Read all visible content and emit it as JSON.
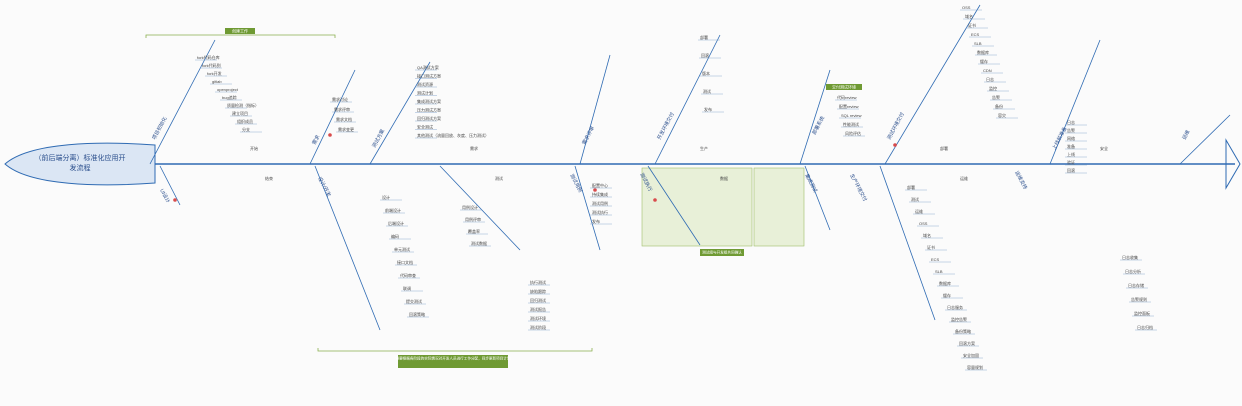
{
  "head": {
    "title_line1": "（前后端分离）标准化应用开",
    "title_line2": "发流程"
  },
  "colors": {
    "spine": "#2f6bb3",
    "head_fill": "#dbe6f4",
    "category": "#2f6bb3",
    "note_green": "#6f9a33",
    "highlight": "#e8f0d8",
    "accent_red": "#d94b4b"
  },
  "top_categories": [
    {
      "label": "项目初始化"
    },
    {
      "label": "需求"
    },
    {
      "label": "测试方案"
    },
    {
      "label": "需求评审"
    },
    {
      "label": "开发环境交付"
    },
    {
      "label": "部署系统"
    },
    {
      "label": "测试环境交付"
    },
    {
      "label": "上线前准备"
    },
    {
      "label": "运维"
    }
  ],
  "bottom_categories": [
    {
      "label": "UI设计"
    },
    {
      "label": "设计/开发"
    },
    {
      "label": "测试用例"
    },
    {
      "label": "测试执行"
    },
    {
      "label": "集成测试"
    },
    {
      "label": "生产环境交付"
    },
    {
      "label": "运维支持"
    }
  ],
  "top_notes": [
    {
      "text": "创建工作"
    },
    {
      "text": "交付测试环境"
    }
  ],
  "bottom_notes": [
    {
      "text": "测试组与开发组共同确认"
    },
    {
      "text": "需要根据各阶段的实际情况对开发人员进行工作分配，同步更新项目计划"
    }
  ],
  "left_tree": [
    "fork代码仓库",
    "fork代码到",
    "fork开发",
    "gitlab",
    "openproject",
    "bug追踪",
    "质量检测（指标）",
    "建立项目",
    "组织成员",
    "分支"
  ],
  "requirements_tree": [
    "需求讨论",
    "需求评审",
    "需求文档",
    "需求变更"
  ],
  "test_plan_tree": [
    "QA测试方案",
    "接口测试方案",
    "测试资源",
    "测试计划",
    "集成测试方案",
    "压力测试方案",
    "回归测试方案",
    "安全测试",
    "其他测试（流量回放、灰度、压力测试）"
  ],
  "dev_tree": [
    "设计",
    "前端设计",
    "后端设计",
    "编码",
    "单元测试",
    "接口文档",
    "代码审查",
    "联调",
    "提交测试",
    "回滚策略"
  ],
  "testcase_tree": [
    "用例设计",
    "用例评审",
    "覆盖率",
    "测试数据"
  ],
  "exec_tree": [
    "执行测试",
    "缺陷跟踪",
    "回归测试",
    "测试报告",
    "测试环境",
    "测试阶段"
  ],
  "center_tree": [
    "配置中心",
    "持续集成",
    "测试用例",
    "测试执行",
    "发布"
  ],
  "deploy_tree": [
    "部署",
    "回滚",
    "版本",
    "测试",
    "发布"
  ],
  "review_tree": [
    "代码review",
    "配置review",
    "SQL review",
    "性能测试",
    "风险评估"
  ],
  "ops_top_tree": [
    "OSS",
    "域名",
    "证书",
    "ECS",
    "SLB",
    "数据库",
    "缓存",
    "CDN",
    "日志",
    "监控",
    "告警",
    "备份",
    "容灾"
  ],
  "ops_bottom_tree": [
    "部署",
    "测试",
    "运维",
    "OSS",
    "域名",
    "证书",
    "ECS",
    "SLB",
    "数据库",
    "缓存",
    "日志服务",
    "监控告警",
    "备份策略",
    "回滚方案",
    "安全加固",
    "容量规划"
  ],
  "far_right_tree": [
    "日志",
    "告警",
    "网络",
    "准备",
    "上线",
    "验证",
    "回滚"
  ],
  "mid_bottom_tree": [
    "日志收集",
    "日志分析",
    "日志存储",
    "告警规则",
    "监控面板",
    "日志归档"
  ],
  "small_labels": [
    "开始",
    "结束",
    "需求",
    "测试",
    "生产",
    "数据",
    "部署",
    "运维",
    "安全"
  ]
}
